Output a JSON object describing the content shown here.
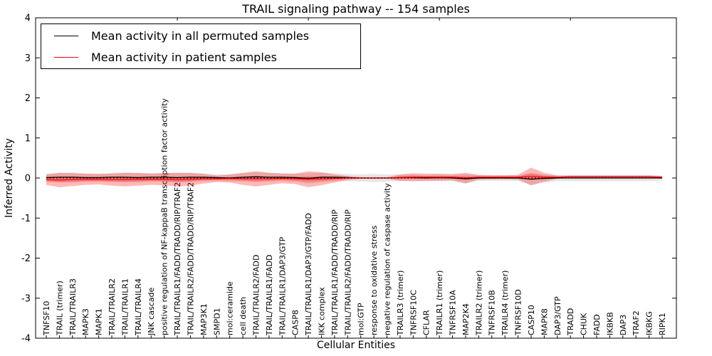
{
  "chart_data": {
    "type": "line",
    "title": "TRAIL signaling pathway -- 154 samples",
    "xlabel": "Cellular Entities",
    "ylabel": "Inferred Activity",
    "ylim": [
      -4,
      4
    ],
    "yticks": [
      4,
      3,
      2,
      1,
      0,
      -1,
      -2,
      -3,
      -4
    ],
    "grid": false,
    "legend_position": "upper left",
    "zero_line": true,
    "categories": [
      "TNFSF10",
      "TRAIL (trimer)",
      "TRAIL/TRAILR3",
      "MAPK3",
      "MAPK1",
      "TRAIL/TRAILR2",
      "TRAIL/TRAILR1",
      "TRAIL/TRAILR4",
      "JNK cascade",
      "positive regulation of NF-kappaB transcription factor activity",
      "TRAIL/TRAILR1/FADD/TRADD/RIP/TRAF2",
      "TRAIL/TRAILR2/FADD/TRADD/RIP/TRAF2",
      "MAP3K1",
      "SMPD1",
      "mol:ceramide",
      "cell death",
      "TRAIL/TRAILR2/FADD",
      "TRAIL/TRAILR1/FADD",
      "TRAIL/TRAILR1/DAP3/GTP",
      "CASP8",
      "TRAIL/TRAILR1/DAP3/GTP/FADD",
      "IKK complex",
      "TRAIL/TRAILR1/FADD/TRADD/RIP",
      "TRAIL/TRAILR2/FADD/TRADD/RIP",
      "mol:GTP",
      "response to oxidative stress",
      "negative regulation of caspase activity",
      "TRAILR3 (trimer)",
      "TNFRSF10C",
      "CFLAR",
      "TRAILR1 (trimer)",
      "TNFRSF10A",
      "MAP2K4",
      "TRAILR2 (trimer)",
      "TNFRSF10B",
      "TRAILR4 (trimer)",
      "TNFRSF10D",
      "CASP10",
      "MAPK8",
      "DAP3/GTP",
      "TRADD",
      "CHUK",
      "FADD",
      "IKBKB",
      "DAP3",
      "TRAF2",
      "IKBKG",
      "RIPK1"
    ],
    "series": [
      {
        "name": "Mean activity in all permuted samples",
        "color": "#000000",
        "values": [
          0.01,
          0.02,
          0.02,
          0.01,
          0.01,
          0.02,
          0.02,
          0.01,
          0.02,
          0.02,
          0.01,
          0.02,
          0.02,
          0.01,
          0.0,
          0.02,
          0.03,
          0.02,
          0.02,
          0.01,
          -0.01,
          0.02,
          0.02,
          0.01,
          0.0,
          0.0,
          0.0,
          0.01,
          0.01,
          0.0,
          0.01,
          0.0,
          -0.02,
          0.0,
          0.0,
          0.0,
          0.0,
          -0.03,
          -0.01,
          0.0,
          0.0,
          0.0,
          0.0,
          0.0,
          0.0,
          0.0,
          0.0,
          0.0
        ]
      },
      {
        "name": "Mean activity in patient samples",
        "color": "#ff0000",
        "values": [
          -0.04,
          -0.05,
          -0.04,
          -0.03,
          -0.03,
          -0.04,
          -0.04,
          -0.03,
          -0.03,
          -0.03,
          -0.04,
          -0.03,
          -0.02,
          -0.02,
          -0.01,
          -0.02,
          -0.02,
          -0.02,
          -0.01,
          -0.02,
          -0.03,
          -0.02,
          -0.01,
          0.0,
          0.0,
          0.0,
          0.0,
          0.01,
          0.02,
          0.02,
          0.02,
          0.02,
          0.0,
          0.02,
          0.02,
          0.02,
          0.02,
          0.04,
          0.02,
          0.02,
          0.03,
          0.03,
          0.03,
          0.03,
          0.03,
          0.03,
          0.03,
          0.02
        ]
      }
    ],
    "bands": [
      {
        "name": "permuted-samples-std",
        "series": 0,
        "color": "#888888",
        "opacity": 0.22,
        "halfwidth": [
          0.09,
          0.11,
          0.12,
          0.1,
          0.1,
          0.11,
          0.12,
          0.11,
          0.1,
          0.11,
          0.12,
          0.11,
          0.1,
          0.08,
          0.09,
          0.1,
          0.12,
          0.11,
          0.1,
          0.1,
          0.13,
          0.12,
          0.1,
          0.09,
          0.09,
          0.1,
          0.09,
          0.08,
          0.08,
          0.08,
          0.08,
          0.08,
          0.12,
          0.07,
          0.07,
          0.07,
          0.07,
          0.15,
          0.1,
          0.08,
          0.08,
          0.08,
          0.08,
          0.08,
          0.08,
          0.08,
          0.08,
          0.06
        ]
      },
      {
        "name": "patient-samples-std-outer",
        "series": 1,
        "color": "#ff0000",
        "opacity": 0.28,
        "halfwidth": [
          0.13,
          0.18,
          0.16,
          0.14,
          0.13,
          0.15,
          0.17,
          0.16,
          0.14,
          0.15,
          0.17,
          0.16,
          0.12,
          0.08,
          0.1,
          0.15,
          0.19,
          0.15,
          0.12,
          0.13,
          0.2,
          0.16,
          0.1,
          0.05,
          0.02,
          0.02,
          0.02,
          0.08,
          0.1,
          0.09,
          0.09,
          0.08,
          0.13,
          0.06,
          0.05,
          0.05,
          0.06,
          0.22,
          0.11,
          0.04,
          0.03,
          0.03,
          0.03,
          0.03,
          0.03,
          0.03,
          0.03,
          0.03
        ]
      },
      {
        "name": "patient-samples-std-inner",
        "series": 1,
        "color": "#ff0000",
        "opacity": 0.25,
        "halfwidth": [
          0.05,
          0.06,
          0.06,
          0.05,
          0.05,
          0.05,
          0.06,
          0.06,
          0.05,
          0.05,
          0.06,
          0.06,
          0.04,
          0.03,
          0.04,
          0.05,
          0.07,
          0.05,
          0.04,
          0.05,
          0.07,
          0.06,
          0.04,
          0.02,
          0.01,
          0.01,
          0.01,
          0.03,
          0.04,
          0.03,
          0.03,
          0.03,
          0.05,
          0.02,
          0.02,
          0.02,
          0.02,
          0.08,
          0.04,
          0.015,
          0.01,
          0.01,
          0.01,
          0.01,
          0.01,
          0.01,
          0.01,
          0.01
        ]
      }
    ],
    "legend": [
      {
        "label": "Mean activity in all permuted samples",
        "color": "#000000"
      },
      {
        "label": "Mean activity in patient samples",
        "color": "#ff0000"
      }
    ]
  }
}
